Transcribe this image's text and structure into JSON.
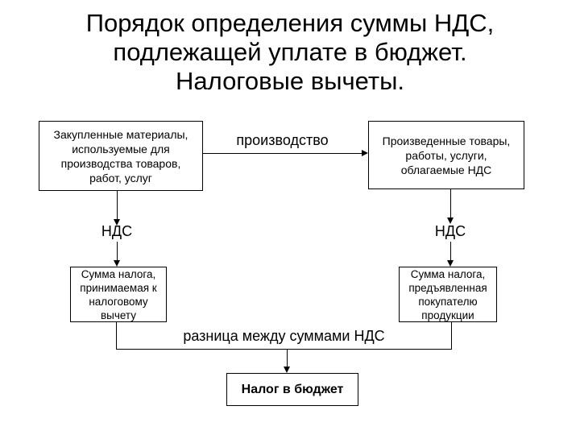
{
  "title": {
    "text": "Порядок определения суммы НДС,\nподлежащей уплате в бюджет.\nНалоговые вычеты."
  },
  "diagram": {
    "box_materials": "Закупленные материалы,\nиспользуемые для\nпроизводства товаров,\nработ, услуг",
    "label_production": "производство",
    "box_goods": "Произведенные товары,\nработы, услуги,\nоблагаемые НДС",
    "label_vat_left": "НДС",
    "label_vat_right": "НДС",
    "box_deduction": "Сумма налога,\nпринимаемая к\nналоговому\nвычету",
    "box_presented": "Сумма налога,\nпредъявленная\nпокупателю\nпродукции",
    "label_difference": "разница между суммами НДС",
    "box_budget": "Налог в бюджет"
  },
  "colors": {
    "background": "#ffffff",
    "text": "#000000",
    "line": "#000000"
  }
}
